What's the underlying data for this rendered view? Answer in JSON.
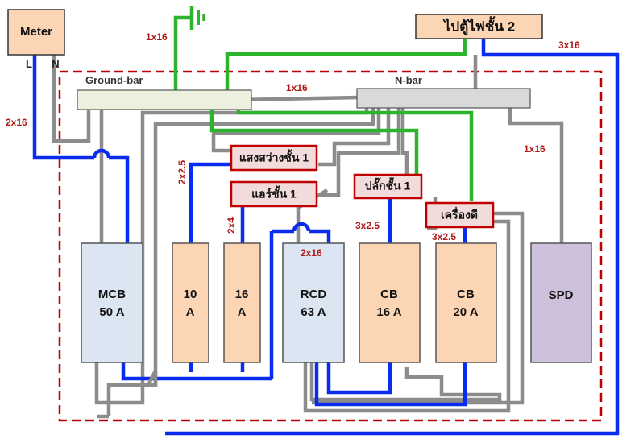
{
  "meter": {
    "label": "Meter",
    "terminal_l": "L",
    "terminal_n": "N"
  },
  "to_floor2": {
    "label": "ไปตู้ไฟชั้น 2"
  },
  "bars": {
    "ground": "Ground-bar",
    "neutral": "N-bar"
  },
  "circuits": {
    "lighting": "แสงสว่างชั้น 1",
    "aircon": "แอร์ชั้น 1",
    "plug": "ปลั๊กชั้น 1",
    "appliance": "เครื่องดี"
  },
  "devices": {
    "mcb": {
      "line1": "MCB",
      "line2": "50 A"
    },
    "br10": {
      "line1": "10",
      "line2": "A"
    },
    "br16": {
      "line1": "16",
      "line2": "A"
    },
    "rcd": {
      "line1": "RCD",
      "line2": "63 A"
    },
    "cb16": {
      "line1": "CB",
      "line2": "16 A"
    },
    "cb20": {
      "line1": "CB",
      "line2": "20 A"
    },
    "spd": {
      "line1": "SPD"
    }
  },
  "wire_sizes": {
    "ground_rod": "1x16",
    "main_feed": "2x16",
    "floor2_feed": "3x16",
    "ground_n_link": "1x16",
    "spd_link": "1x16",
    "lighting": "2x2.5",
    "aircon": "2x4",
    "rcd_feed": "2x16",
    "plug": "3x2.5",
    "appliance": "3x2.5"
  },
  "colors": {
    "phase_wire": "#0a2cf0",
    "neutral_wire": "#8c8c8c",
    "ground_wire": "#2cb52c",
    "enclosure": "#c00000",
    "breaker_fill": "#fcd5b4",
    "main_fill": "#dce6f2",
    "spd_fill": "#ccc0da"
  }
}
